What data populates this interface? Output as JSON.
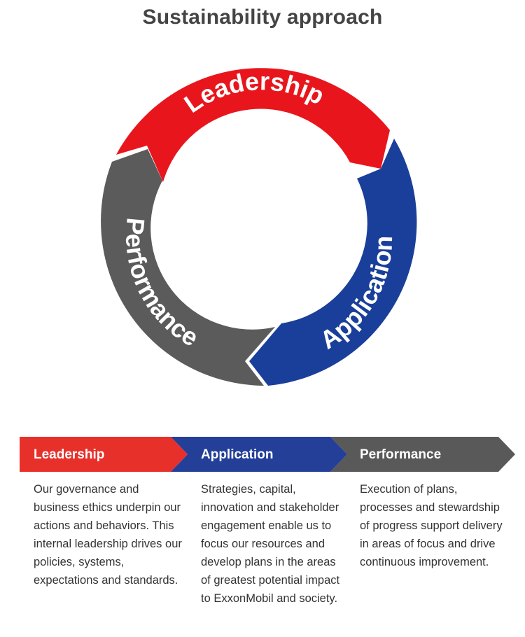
{
  "title": "Sustainability approach",
  "cycle": {
    "stages": [
      {
        "label": "Leadership",
        "color": "#e8161c"
      },
      {
        "label": "Application",
        "color": "#1a3f9a"
      },
      {
        "label": "Performance",
        "color": "#5b5b5b"
      }
    ]
  },
  "banner": {
    "stages": [
      {
        "label": "Leadership",
        "color": "#e8302a",
        "description": "Our governance and business ethics underpin our actions and behaviors. This internal leadership drives our policies, systems, expectations and standards."
      },
      {
        "label": "Application",
        "color": "#233f98",
        "description": "Strategies, capital, innovation and stakeholder engagement enable us to focus our resources and develop plans in the areas of greatest potential impact to ExxonMobil and society."
      },
      {
        "label": "Performance",
        "color": "#595959",
        "description": "Execution of plans, processes and stewardship of progress support delivery in areas of focus and drive continuous improvement."
      }
    ]
  }
}
